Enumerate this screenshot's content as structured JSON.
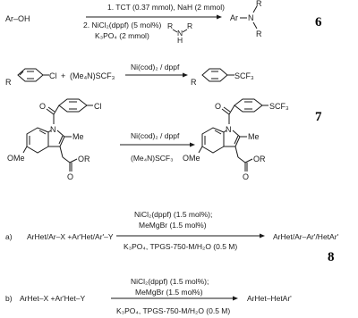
{
  "scheme6": {
    "reactant": "Ar–OH",
    "cond1": "1. TCT (0.37 mmol), NaH (2 mmol)",
    "cond2": "2. NiCl₂(dppf) (5 mol%)",
    "cond3": "K₃PO₄ (2 mmol)",
    "amine_r": "R",
    "amine_n": "N",
    "amine_h": "H",
    "product_ar": "Ar",
    "product_n": "N",
    "product_r": "R",
    "number": "6"
  },
  "scheme7": {
    "r1_label": "R",
    "r1_cl": "Cl",
    "reagent": "(Me₄N)SCF₃",
    "catalyst": "Ni(cod)₂ / dppf",
    "p1_scf3": "SCF₃",
    "number": "7",
    "indo_cl": "Cl",
    "indo_scf3": "SCF₃",
    "atom_o": "O",
    "atom_n": "N",
    "me": "Me",
    "ome": "OMe",
    "or": "OR",
    "cond_top": "Ni(cod)₂ / dppf",
    "cond_bottom": "(Me₄N)SCF₃"
  },
  "scheme8": {
    "number": "8",
    "a": {
      "label": "a)",
      "reactant": "ArHet/Ar–X +Ar'Het/Ar'–Y",
      "cond1": "NiCl₂(dppf) (1.5 mol%);",
      "cond2": "MeMgBr (1.5 mol%)",
      "cond3": "K₃PO₄, TPGS-750-M/H₂O (0.5 M)",
      "product": "ArHet/Ar–Ar'/HetAr'"
    },
    "b": {
      "label": "b)",
      "reactant": "ArHet–X +Ar'Het–Y",
      "cond1": "NiCl₂(dppf) (1.5 mol%);",
      "cond2": "MeMgBr (1.5 mol%)",
      "cond3": "K₃PO₄, TPGS-750-M/H₂O (0.5 M)",
      "product": "ArHet–HetAr'"
    }
  }
}
